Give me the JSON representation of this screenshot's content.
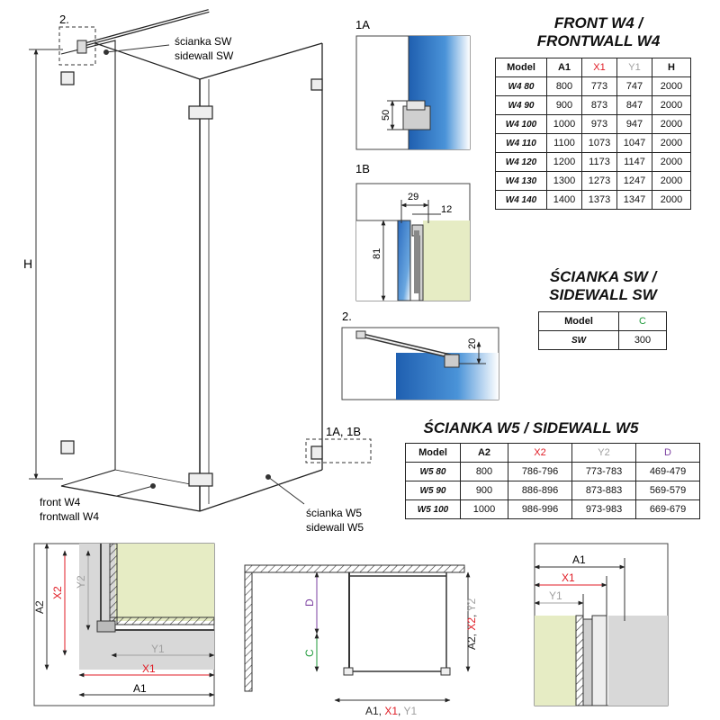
{
  "colors": {
    "x_red": "#e01b24",
    "y_gray": "#a0a0a0",
    "d_purple": "#7b3fa0",
    "c_green": "#1f9a3a",
    "wall_green": "#e6ecc4",
    "glass_blue": "#3d86cf"
  },
  "main_drawing": {
    "callout_2": "2.",
    "sidewall_sw_pl": "ścianka SW",
    "sidewall_sw_en": "sidewall SW",
    "h_label": "H",
    "callout_1a1b": "1A, 1B",
    "front_pl": "front W4",
    "front_en": "frontwall W4",
    "sidewall_w5_pl": "ścianka W5",
    "sidewall_w5_en": "sidewall W5"
  },
  "detail_1a": {
    "label": "1A",
    "dim": "50"
  },
  "detail_1b": {
    "label": "1B",
    "dim_29": "29",
    "dim_12": "12",
    "dim_81": "81"
  },
  "detail_2": {
    "label": "2.",
    "dim": "20"
  },
  "front_w4": {
    "title_line1": "FRONT W4 /",
    "title_line2": "FRONTWALL W4",
    "headers": [
      "Model",
      "A1",
      "X1",
      "Y1",
      "H"
    ],
    "rows": [
      [
        "W4 80",
        "800",
        "773",
        "747",
        "2000"
      ],
      [
        "W4 90",
        "900",
        "873",
        "847",
        "2000"
      ],
      [
        "W4 100",
        "1000",
        "973",
        "947",
        "2000"
      ],
      [
        "W4 110",
        "1100",
        "1073",
        "1047",
        "2000"
      ],
      [
        "W4 120",
        "1200",
        "1173",
        "1147",
        "2000"
      ],
      [
        "W4 130",
        "1300",
        "1273",
        "1247",
        "2000"
      ],
      [
        "W4 140",
        "1400",
        "1373",
        "1347",
        "2000"
      ]
    ]
  },
  "sidewall_sw": {
    "title_line1": "ŚCIANKA SW /",
    "title_line2": "SIDEWALL SW",
    "headers": [
      "Model",
      "C"
    ],
    "rows": [
      [
        "SW",
        "300"
      ]
    ]
  },
  "sidewall_w5": {
    "title": "ŚCIANKA W5 / SIDEWALL W5",
    "headers": [
      "Model",
      "A2",
      "X2",
      "Y2",
      "D"
    ],
    "rows": [
      [
        "W5 80",
        "800",
        "786-796",
        "773-783",
        "469-479"
      ],
      [
        "W5 90",
        "900",
        "886-896",
        "873-883",
        "569-579"
      ],
      [
        "W5 100",
        "1000",
        "986-996",
        "973-983",
        "669-679"
      ]
    ]
  },
  "plan_left": {
    "a2": "A2",
    "x2": "X2",
    "y2": "Y2",
    "y1": "Y1",
    "x1": "X1",
    "a1": "A1"
  },
  "plan_center": {
    "d": "D",
    "c": "C",
    "right_a2": "A2, ",
    "right_x2": "X2",
    "right_sep": ", ",
    "right_y2": "Y2",
    "bottom_a1": "A1, ",
    "bottom_x1": "X1",
    "bottom_sep": ", ",
    "bottom_y1": "Y1"
  },
  "plan_right": {
    "a1": "A1",
    "x1": "X1",
    "y1": "Y1"
  }
}
